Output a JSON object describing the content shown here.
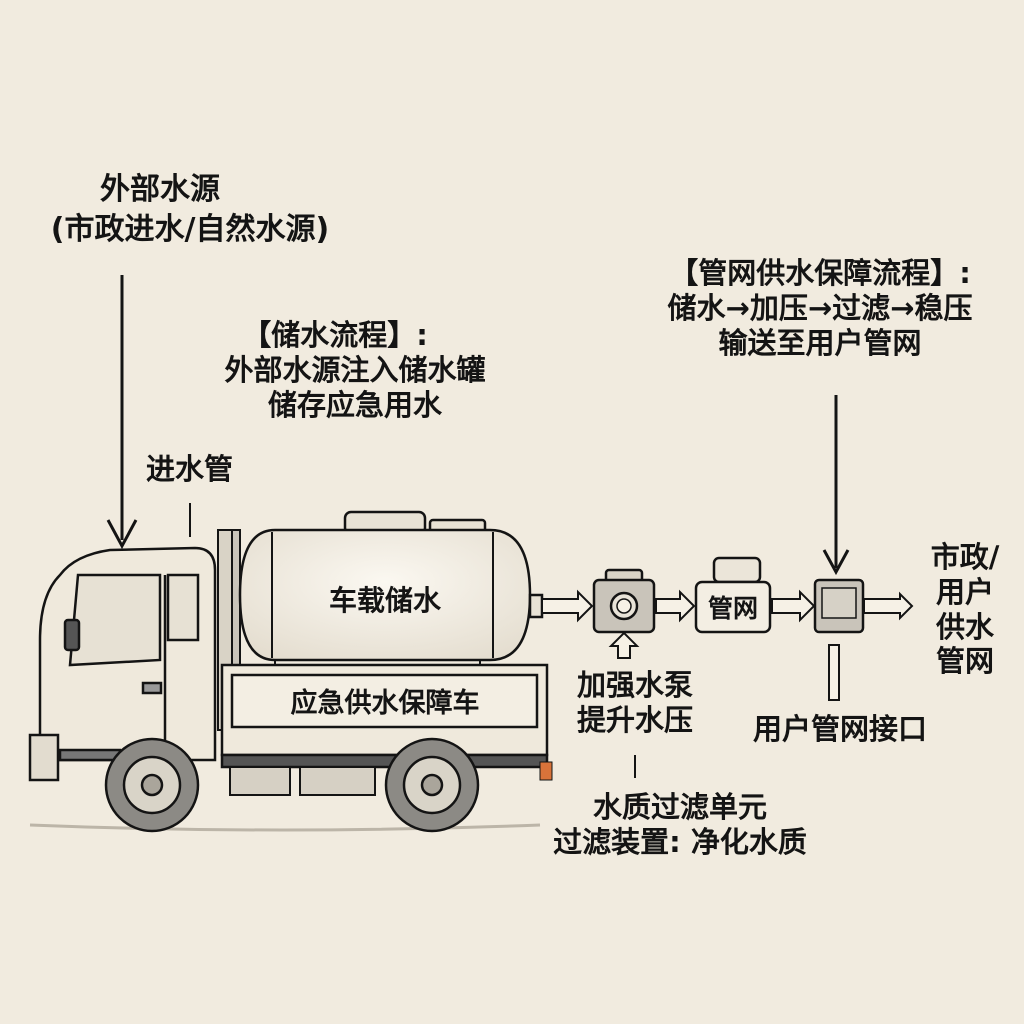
{
  "colors": {
    "background": "#f1ebdf",
    "ink": "#141414",
    "tank_fill": "#f6f1e6",
    "body_fill": "#efe9dc",
    "component_fill": "#c9c4ba",
    "tire_fill": "#8c8a85",
    "indicator_orange": "#d9733a"
  },
  "external_source": {
    "title": "外部水源",
    "subtitle": "(市政进水/自然水源)"
  },
  "storage_process": {
    "heading": "【储水流程】:",
    "line1": "外部水源注入储水罐",
    "line2": "储存应急用水"
  },
  "network_process": {
    "heading": "【管网供水保障流程】:",
    "line1": "储水→加压→过滤→稳压",
    "line2": "输送至用户管网"
  },
  "inlet_pipe_label": "进水管",
  "truck": {
    "tank_label": "车载储水",
    "body_label": "应急供水保障车"
  },
  "pump": {
    "line1": "加强水泵",
    "line2": "提升水压"
  },
  "pipe_network_box_label": "管网",
  "filter_unit": {
    "line1": "水质过滤单元",
    "line2": "过滤装置: 净化水质"
  },
  "user_interface_label": "用户管网接口",
  "destination": {
    "line1": "市政/",
    "line2": "用户",
    "line3": "供水",
    "line4": "管网"
  },
  "icons": {
    "flow_arrow": "arrow-right-icon",
    "down_arrow": "arrow-down-icon",
    "up_arrow": "arrow-up-icon"
  }
}
